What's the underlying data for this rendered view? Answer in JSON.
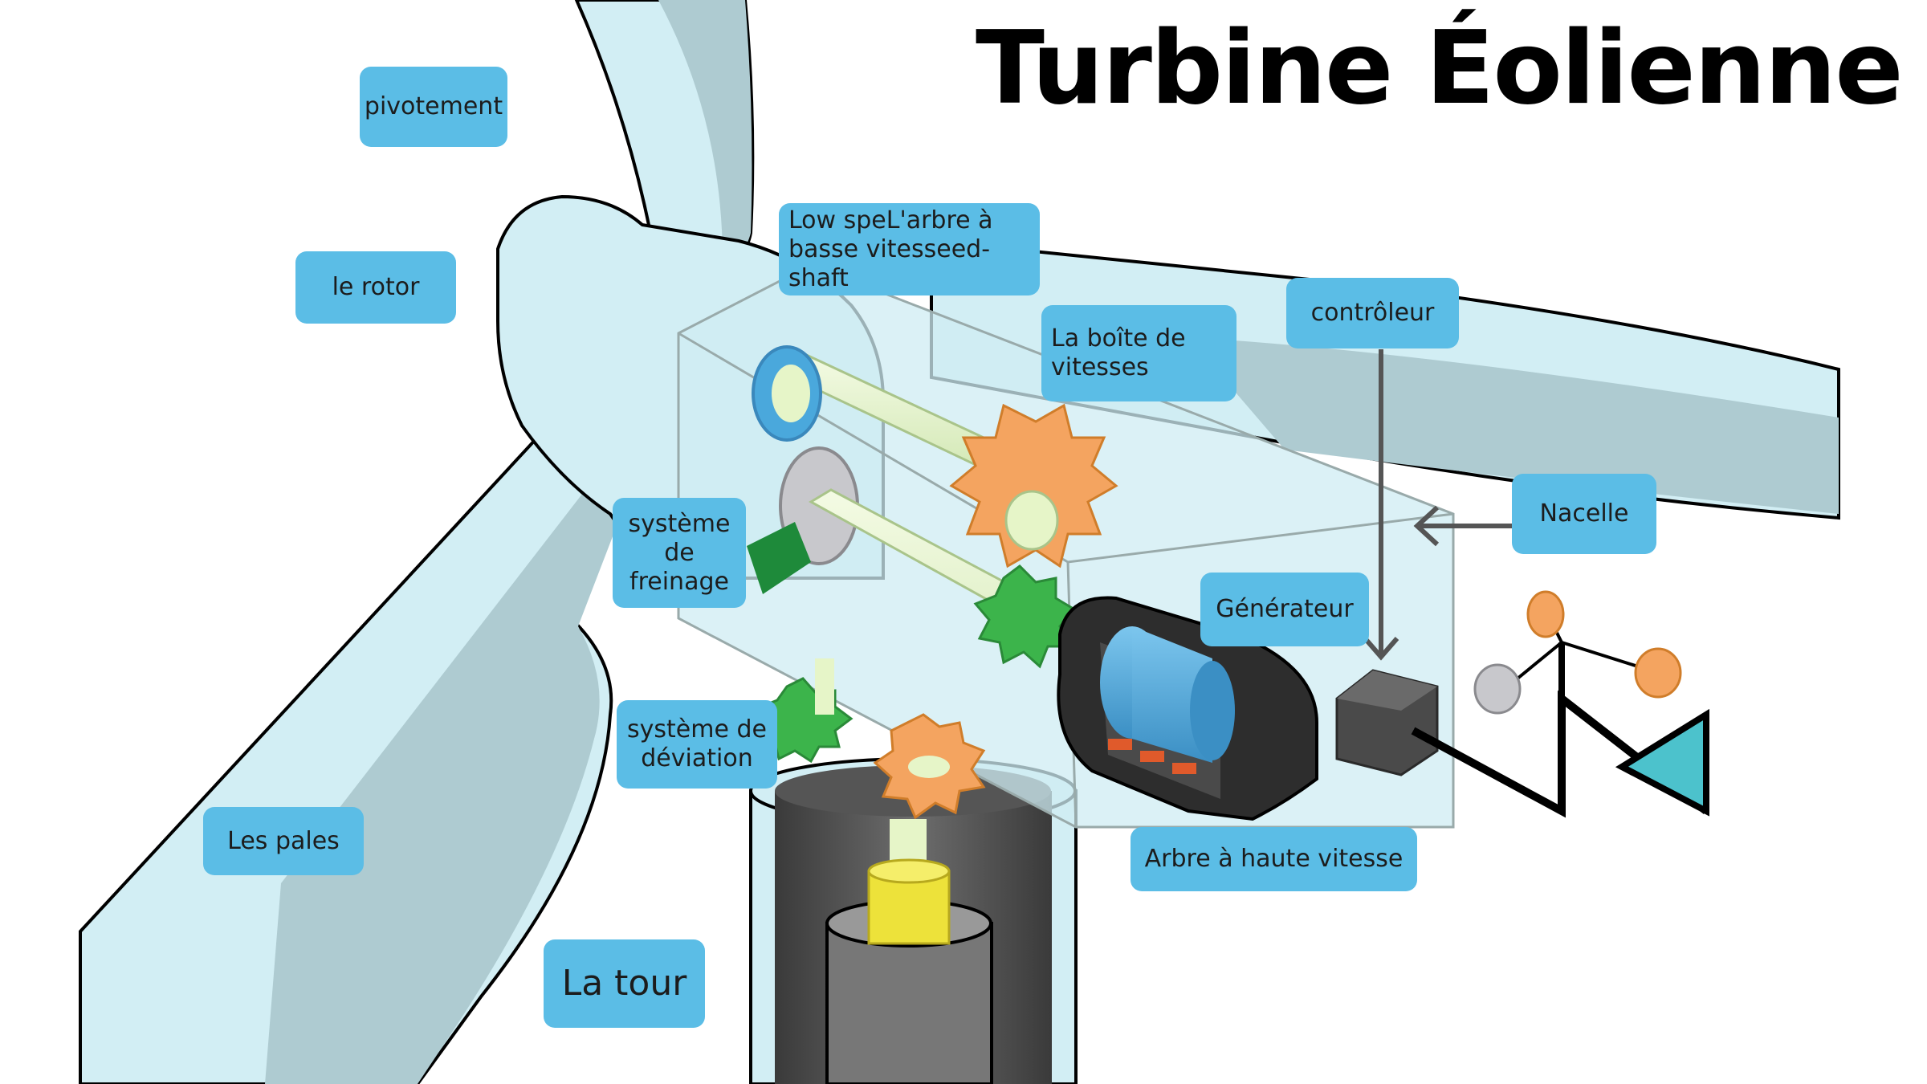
{
  "title": "Turbine Éolienne",
  "labels": {
    "pivotement": "pivotement",
    "rotor": "le rotor",
    "low_speed_shaft": "Low speL'arbre à basse vitesseed-shaft",
    "gearbox": "La boîte de vitesses",
    "controller": "contrôleur",
    "nacelle": "Nacelle",
    "brake": "système de freinage",
    "generator": "Générateur",
    "yaw": "système de déviation",
    "high_speed_shaft": "Arbre à haute vitesse",
    "blades": "Les pales",
    "tower": "La tour"
  },
  "colors": {
    "label_bg": "#5bbde6",
    "blade": "#d2eef4",
    "blade_shadow": "#aecbd1",
    "gear_orange": "#f4a460",
    "gear_green": "#3cb44b",
    "shaft": "#e6f5c8",
    "generator_blue": "#4aa8dc",
    "tower_dark": "#4a4a4a",
    "yellow": "#ede23a",
    "vane_teal": "#4cc2cc"
  }
}
